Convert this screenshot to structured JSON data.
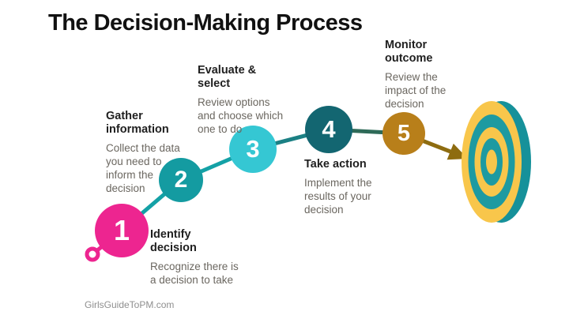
{
  "title": "The Decision-Making Process",
  "watermark": "GirlsGuideToPM.com",
  "colors": {
    "step1_circle": "#ed2590",
    "step2_circle": "#149ba1",
    "step3_circle": "#35c7d3",
    "step4_circle": "#136671",
    "step5_circle": "#b87f1a",
    "connector_pink": "#ed2590",
    "connector_teal": "#14a1a6",
    "connector_dark_teal": "#1b8084",
    "connector_dark_green": "#2e6a58",
    "arrow_gold": "#8e6c10",
    "target_teal": "#1d9aa1",
    "target_teal_side": "#16919a",
    "target_yellow": "#f8c64b",
    "heading_text": "#1f1f1f",
    "description_text": "#6b6760"
  },
  "steps": [
    {
      "number": "1",
      "label": [
        "Identify",
        "decision"
      ],
      "description": [
        "Recognize there is",
        "a decision to take"
      ]
    },
    {
      "number": "2",
      "label": [
        "Gather",
        "information"
      ],
      "description": [
        "Collect the data",
        "you need to",
        "inform the",
        "decision"
      ]
    },
    {
      "number": "3",
      "label": [
        "Evaluate &",
        "select"
      ],
      "description": [
        "Review options",
        "and choose which",
        "one to do"
      ]
    },
    {
      "number": "4",
      "label": [
        "Take action"
      ],
      "description": [
        "Implement the",
        "results of your",
        "decision"
      ]
    },
    {
      "number": "5",
      "label": [
        "Monitor",
        "outcome"
      ],
      "description": [
        "Review the",
        "impact of the",
        "decision"
      ]
    }
  ]
}
